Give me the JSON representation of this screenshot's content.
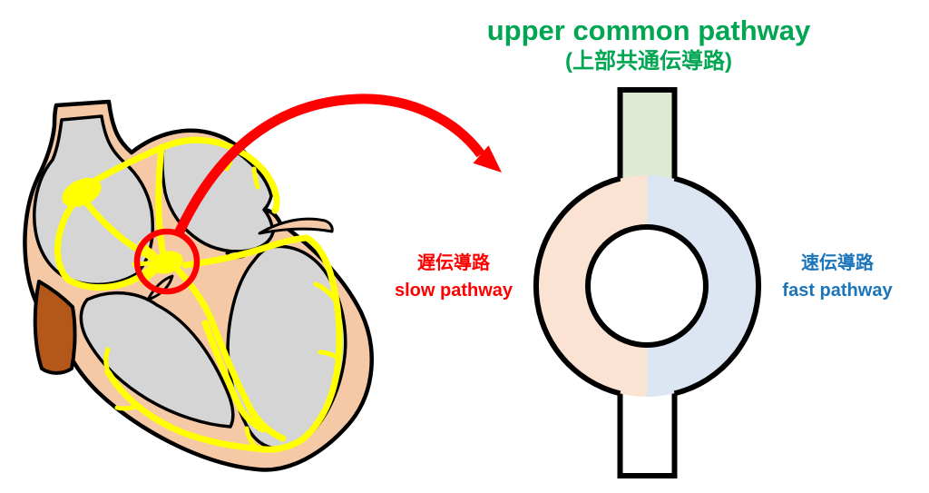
{
  "title": {
    "en": "upper common pathway",
    "ja": "(上部共通伝導路)"
  },
  "labels": {
    "slow": {
      "ja": "遅伝導路",
      "en": "slow pathway"
    },
    "fast": {
      "ja": "速伝導路",
      "en": "fast pathway"
    }
  },
  "icons": {
    "heart": "heart-conduction-cross-section-illustration",
    "ring": "av-node-reentry-ring-diagram",
    "arrow": "red-magnify-arrow"
  },
  "colors": {
    "title_green": "#00A651",
    "slow_red": "#FF0000",
    "fast_blue": "#1B75BB",
    "ring_slow_fill": "#FAE3D2",
    "ring_fast_fill": "#DBE6F2",
    "upper_common_fill": "#DEEBD2",
    "heart_wall": "#F6C9A6",
    "chamber_gray": "#D5D5D5",
    "conduction_yellow": "#FFFF00",
    "vessel_brown": "#B4571B",
    "outline": "#000000"
  }
}
